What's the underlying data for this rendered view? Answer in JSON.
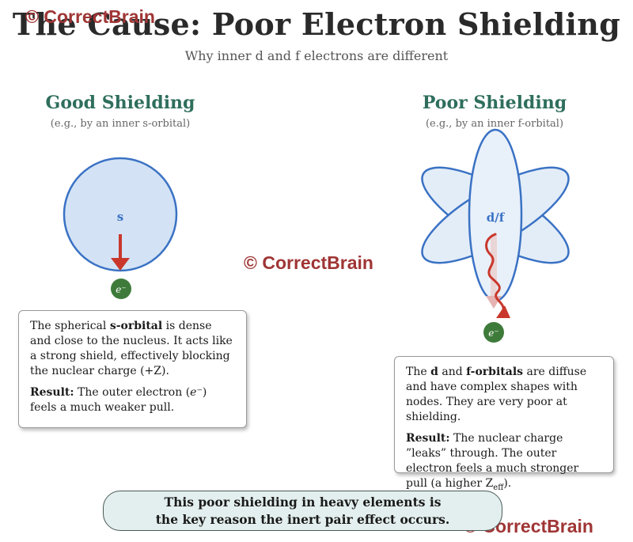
{
  "header": {
    "title": "The Cause: Poor Electron Shielding",
    "subtitle": "Why inner d and f electrons are different"
  },
  "watermark": {
    "top_left": "© CorrectBrain",
    "center": "© CorrectBrain",
    "bottom_right": "© CorrectBrain"
  },
  "left_panel": {
    "heading": "Good Shielding",
    "note": "(e.g., by an inner s-orbital)",
    "orbital_label": "s",
    "electron_label": "e⁻",
    "box": {
      "p1_a": "The spherical ",
      "p1_bold": "s-orbital",
      "p1_b": " is dense and close to the nucleus. It acts like a strong shield, effectively blocking the nuclear charge (+Z).",
      "result_label": "Result:",
      "result_a": " The outer electron (",
      "result_e": "e⁻",
      "result_b": ") feels a much weaker pull."
    }
  },
  "right_panel": {
    "heading": "Poor Shielding",
    "note": "(e.g., by an inner f-orbital)",
    "orbital_label": "d/f",
    "electron_label": "e⁻",
    "box": {
      "p1_a": "The ",
      "p1_bold1": "d",
      "p1_mid": " and ",
      "p1_bold2": "f-orbitals",
      "p1_b": " are diffuse and have complex shapes with nodes. They are very poor at shielding.",
      "result_label": "Result:",
      "result_a": " The nuclear charge ”leaks” through. The outer electron feels a much stronger pull (a higher Z",
      "result_sub": "eff",
      "result_b": ")."
    }
  },
  "footer": {
    "line1": "This poor shielding in heavy elements is",
    "line2": "the key reason the inert pair effect occurs."
  },
  "colors": {
    "orbital_fill": "#d3e3f5",
    "orbital_stroke": "#3a72c4",
    "arrow_red": "#c9372c",
    "electron_green": "#3e7b3a",
    "heading_green": "#2e6e5c"
  }
}
